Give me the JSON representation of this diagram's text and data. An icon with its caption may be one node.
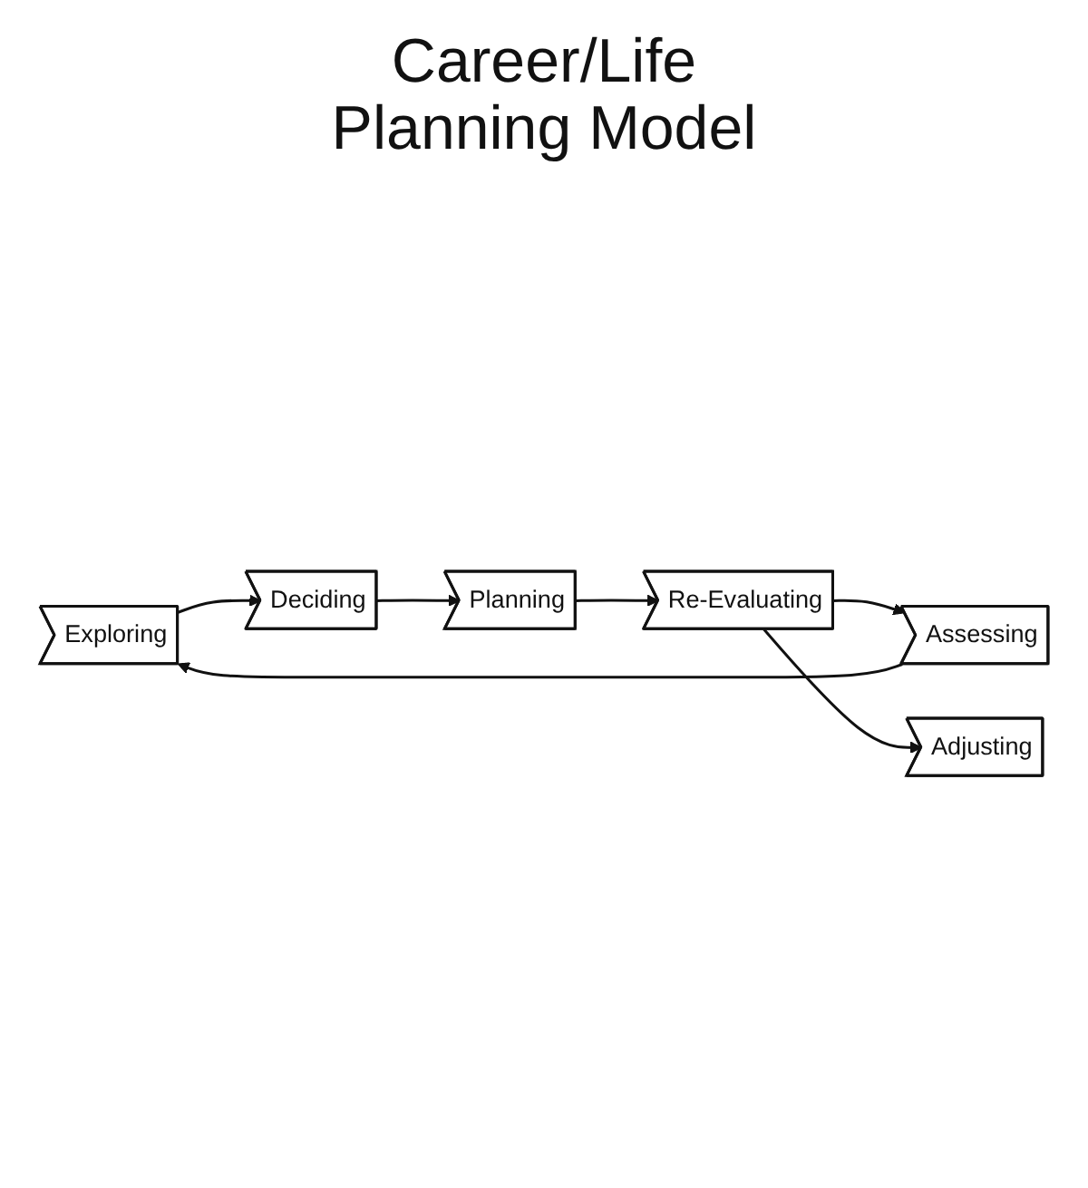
{
  "diagram": {
    "nodes": [
      {
        "text": [
          "Exploring"
        ]
      },
      {
        "text": [
          "Deciding"
        ]
      },
      {
        "text": [
          "Planning"
        ]
      },
      {
        "text": [
          "Re-Evaluating"
        ]
      },
      {
        "text": [
          "Adjusting"
        ]
      },
      {
        "text": [
          "Assessing"
        ]
      }
    ],
    "edges": [
      {
        "from": 0,
        "to": 1,
        "arrow": "to"
      },
      {
        "from": 1,
        "to": 2,
        "arrow": "to"
      },
      {
        "from": 2,
        "to": 3,
        "arrow": "to"
      },
      {
        "from": 3,
        "to": 5,
        "arrow": "to"
      },
      {
        "from": 3,
        "to": 4,
        "arrow": "to"
      },
      {
        "from": 5,
        "to": 0,
        "arrow": "to"
      }
    ],
    "labels": [
      "Career/Life Planning Model"
    ]
  }
}
